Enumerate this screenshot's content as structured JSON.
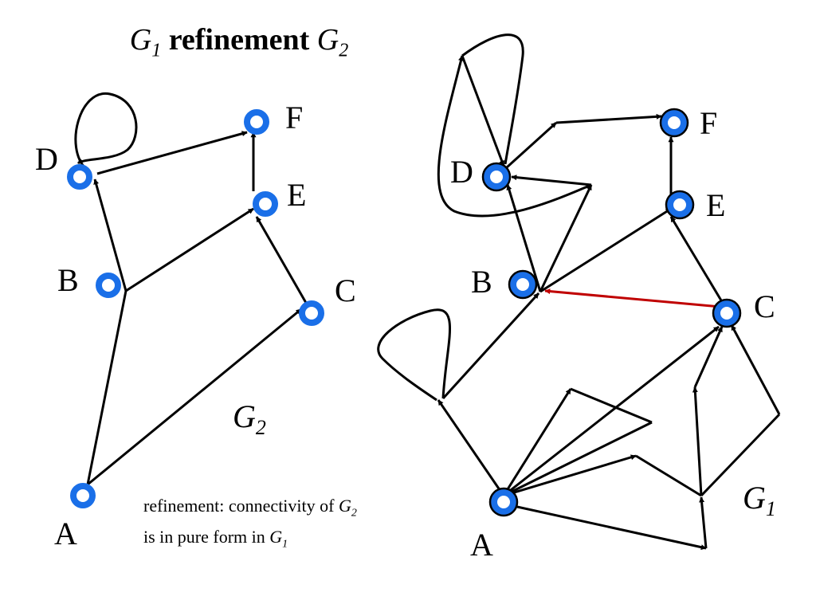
{
  "title": {
    "g1_letter": "G",
    "g1_sub": "1",
    "word": "refinement",
    "g2_letter": "G",
    "g2_sub": "2"
  },
  "left_graph": {
    "label_letter": "G",
    "label_sub": "2",
    "nodes": {
      "A": "A",
      "B": "B",
      "C": "C",
      "D": "D",
      "E": "E",
      "F": "F"
    },
    "node_color": "#1a6fe8"
  },
  "right_graph": {
    "label_letter": "G",
    "label_sub": "1",
    "nodes": {
      "A": "A",
      "B": "B",
      "C": "C",
      "D": "D",
      "E": "E",
      "F": "F"
    },
    "node_color": "#1a6fe8",
    "highlight_edge_color": "#c00000"
  },
  "note": {
    "line1_text": "refinement: connectivity of ",
    "line1_g": "G",
    "line1_sub": "2",
    "line2_text": "is in pure form in ",
    "line2_g": "G",
    "line2_sub": "1"
  }
}
